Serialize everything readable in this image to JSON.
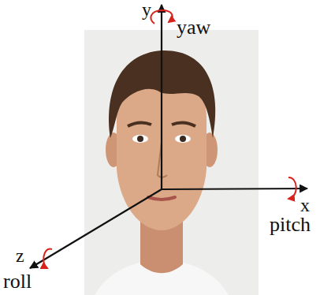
{
  "diagram": {
    "labels": [
      "y",
      "yaw",
      "x",
      "pitch",
      "z",
      "roll"
    ]
  }
}
